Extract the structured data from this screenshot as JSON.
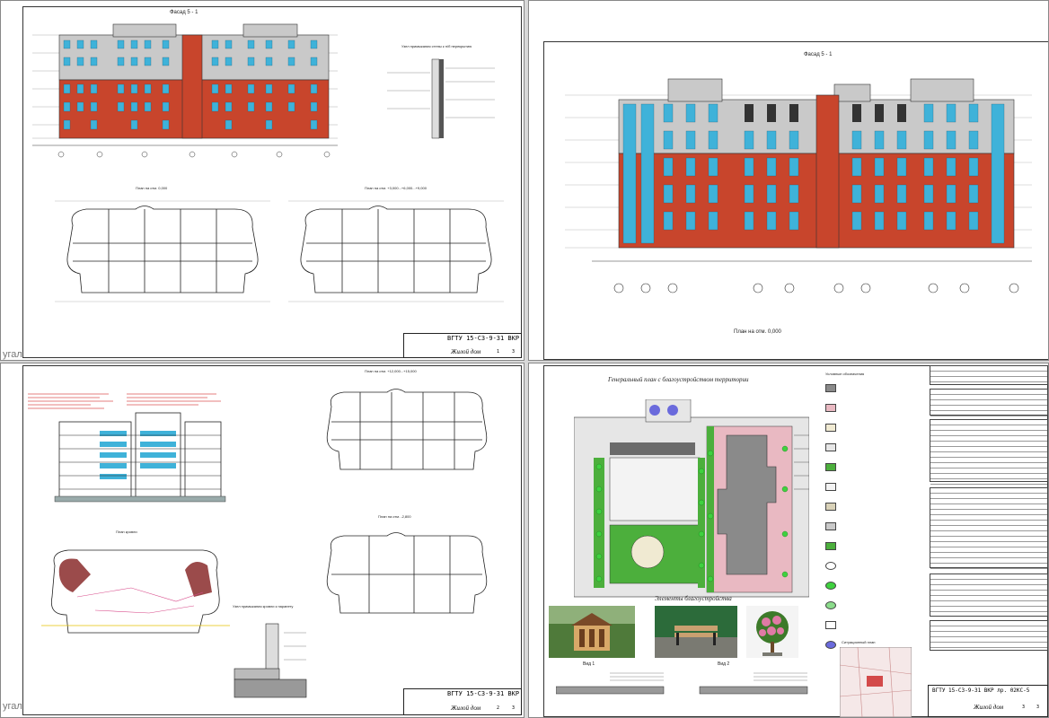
{
  "sheets": {
    "top_left": {
      "facade_title": "Фасад 5 - 1",
      "plan_left_title": "План на отм. 0,000",
      "plan_right_title": "План на отм. +3,000...+6,000...+9,000",
      "node_title": "Узел примыкания стены к н/б перекрытию",
      "stamp_code": "ВГТУ 15-СЗ-9-31 ВКР",
      "stamp_title": "Жилой дом",
      "stamp_sheet": "1",
      "stamp_sheets": "3"
    },
    "top_right": {
      "facade_title": "Фасад 5 - 1",
      "plan_caption": "План на отм. 0,000"
    },
    "bottom_left": {
      "plan_top_title": "План на отм. +12,000...+15,000",
      "plan_mid_title": "План на отм. -2,800",
      "roof_title": "План кровли",
      "node_title": "Узел примыкания кровли к парапету",
      "stamp_code": "ВГТУ 15-СЗ-9-31 ВКР",
      "stamp_title": "Жилой дом",
      "stamp_sheet": "2",
      "stamp_sheets": "3"
    },
    "bottom_right": {
      "genplan_title": "Генеральный план с благоустройством территории",
      "elements_title": "Элементы благоустройства",
      "legend_title": "Условные обозначения",
      "photo1_caption": "Вид 1",
      "photo2_caption": "Вид 2",
      "situation_title": "Ситуационный план",
      "stamp_code": "ВГТУ 15-СЗ-9-31 ВКР лр. 02КС-5",
      "stamp_title": "Жилой дом",
      "stamp_sheet": "3",
      "stamp_sheets": "3"
    }
  },
  "watermarks": [
    "угал",
    "угал"
  ],
  "colors": {
    "brick": "#c8452c",
    "glass": "#3fb2d9",
    "stone": "#bfbfbf",
    "paving_pink": "#e9b9c2",
    "lawn": "#4caf3c",
    "building_gray": "#8a8a8a"
  }
}
